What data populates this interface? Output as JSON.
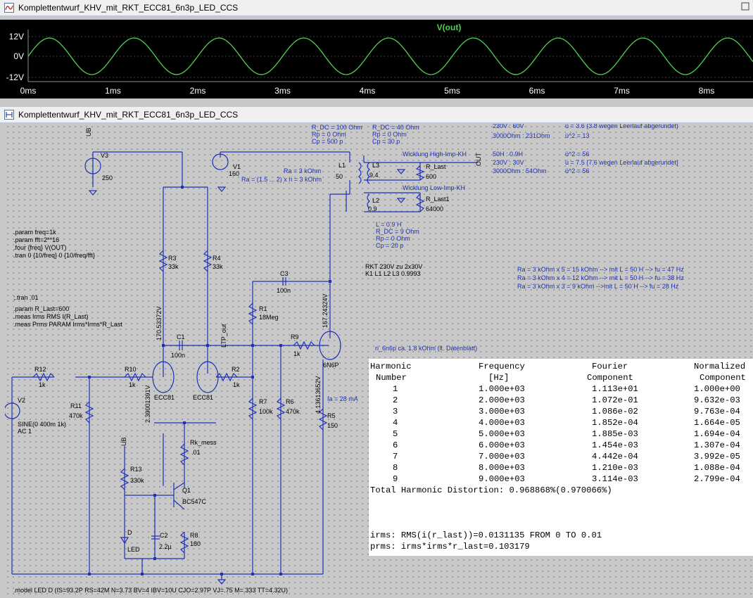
{
  "wave_window": {
    "title": "Komplettentwurf_KHV_mit_RKT_ECC81_6n3p_LED_CCS",
    "trace": "V(out)",
    "trace_color": "#4fd24f",
    "y_ticks": [
      "12V",
      "0V",
      "-12V"
    ],
    "x_ticks": [
      "0ms",
      "1ms",
      "2ms",
      "3ms",
      "4ms",
      "5ms",
      "6ms",
      "7ms",
      "8ms"
    ],
    "frequency_hz": 1000,
    "amplitude_v": 11.13
  },
  "schematic_window": {
    "title": "Komplettentwurf_KHV_mit_RKT_ECC81_6n3p_LED_CCS"
  },
  "schematic": {
    "directives": {
      "block1": [
        ".param freq=1k",
        ".param fft=2**16",
        ".four {freq} V(OUT)",
        ".tran 0 {10/freq} 0 {10/freq/fft}"
      ],
      "block2": [
        ";.tran .01",
        ".param R_Last=600",
        ".meas Irms RMS I(R_Last)",
        ".meas Prms PARAM Irms*Irms*R_Last"
      ],
      "model": ".model LED D (IS=93.2P RS=42M N=3.73 BV=4 IBV=10U CJO=2.97P VJ=.75 M=.333 TT=4.32U)",
      "coupling": [
        "RKT 230V zu 2x30V",
        "K1 L1 L2 L3 0.9993"
      ]
    },
    "labels": {
      "ub_top": "UB",
      "ub_lower": "UB",
      "ltp_out": "LTP_out",
      "out": "OUT",
      "v3": "V3",
      "v3_val": "250",
      "v1": "V1",
      "v1_val": "160",
      "v2": "V2",
      "v2_val1": "SINE(0 400m 1k)",
      "v2_val2": "AC 1",
      "r3": "R3",
      "r3_val": "33k",
      "r4": "R4",
      "r4_val": "33k",
      "r1": "R1",
      "r1_val": "18Meg",
      "c3": "C3",
      "c3_val": "100n",
      "c1": "C1",
      "c1_val": "100n",
      "r9": "R9",
      "r9_val": "1k",
      "r12": "R12",
      "r12_val": "1k",
      "r10": "R10",
      "r10_val": "1k",
      "r11": "R11",
      "r11_val": "470k",
      "r2": "R2",
      "r2_val": "1k",
      "r7": "R7",
      "r7_val": "100k",
      "r6": "R6",
      "r6_val": "470k",
      "r5": "R5",
      "r5_val": "150",
      "rk_mess": "Rk_mess",
      "rk_val": ".01",
      "r13": "R13",
      "r13_val": "330k",
      "q1": "Q1",
      "q1_val": "BC547C",
      "r8": "R8",
      "r8_val": "180",
      "c2": "C2",
      "c2_val": "2.2µ",
      "d": "D",
      "led": "LED",
      "u1": "ECC81",
      "u2": "ECC81",
      "u3": "6N6P",
      "l1": "L1",
      "l1_val": "50",
      "l3": "L3",
      "l3_val": "9.4",
      "l2": "L2",
      "l2_val": "0.9",
      "r_last": "R_Last",
      "r_last_val": "600",
      "r_last1": "R_Last1",
      "r_last1_val": "64000",
      "volt_plate": "170.53372V",
      "volt_cath": "2.39001391V",
      "volt_6n6p_a": "167.24324V",
      "volt_6n6p_k": "4.13613652V"
    },
    "notes": {
      "l1_params": [
        "R_DC = 100 Ohm",
        "Rp = 0 Ohm",
        "Cp = 500 p"
      ],
      "l3_params": [
        "R_DC = 40 Ohm",
        "Rp = 0 Ohm",
        "Cp = 30 p"
      ],
      "ra_note": [
        "Ra = 3 kOhm",
        "Ra = (1.5 ... 2) x ri = 3 kOhm"
      ],
      "wick_high": "Wicklung High-Imp-KH",
      "wick_low": "Wicklung Low-Imp-KH",
      "l2_params": [
        "L = 0.9 H",
        "R_DC = 9 Ohm",
        "Rp = 0 Ohm",
        "Cp = 20 p"
      ],
      "xfmr_left": [
        "230V : 60V",
        "3000Ohm : 231Ohm",
        "",
        "50H : 0.9H",
        "230V : 30V",
        "3000Ohm : 54Ohm"
      ],
      "xfmr_right": [
        "ü = 3.6 (3.8 wegen Leerlauf abgerundet)",
        "ü^2 = 13",
        "",
        "ü^2 = 56",
        "ü = 7.5 (7.6 wegen Leerlauf abgerundet)",
        "ü^2 = 56"
      ],
      "ra_calc": [
        "Ra = 3 kOhm x 5 = 15 kOhm --> mit L = 50 H --> fu = 47 Hz",
        "Ra = 3 kOhm x 4 = 12 kOhm --> mit L = 50 H --> fu = 38 Hz",
        "Ra = 3 kOhm x 3 = 9 kOhm   -->mit L = 50 H --> fu = 28 Hz"
      ],
      "ri_note": "ri_6n6p ca. 1.8 kOhm (lt. Datenblatt)",
      "ia_note": "Ia = 28 mA"
    }
  },
  "fourier": {
    "headers1": [
      "Harmonic",
      "Frequency",
      "Fourier",
      "Normalized"
    ],
    "headers2": [
      "Number",
      "[Hz]",
      "Component",
      "Component"
    ],
    "rows": [
      [
        "1",
        "1.000e+03",
        "1.113e+01",
        "1.000e+00"
      ],
      [
        "2",
        "2.000e+03",
        "1.072e-01",
        "9.632e-03"
      ],
      [
        "3",
        "3.000e+03",
        "1.086e-02",
        "9.763e-04"
      ],
      [
        "4",
        "4.000e+03",
        "1.852e-04",
        "1.664e-05"
      ],
      [
        "5",
        "5.000e+03",
        "1.885e-03",
        "1.694e-04"
      ],
      [
        "6",
        "6.000e+03",
        "1.454e-03",
        "1.307e-04"
      ],
      [
        "7",
        "7.000e+03",
        "4.442e-04",
        "3.992e-05"
      ],
      [
        "8",
        "8.000e+03",
        "1.210e-03",
        "1.088e-04"
      ],
      [
        "9",
        "9.000e+03",
        "3.114e-03",
        "2.799e-04"
      ]
    ],
    "thd": "Total Harmonic Distortion: 0.968868%(0.970066%)",
    "irms": "irms: RMS(i(r_last))=0.0131135 FROM 0 TO 0.01",
    "prms": "prms: irms*irms*r_last=0.103179"
  }
}
